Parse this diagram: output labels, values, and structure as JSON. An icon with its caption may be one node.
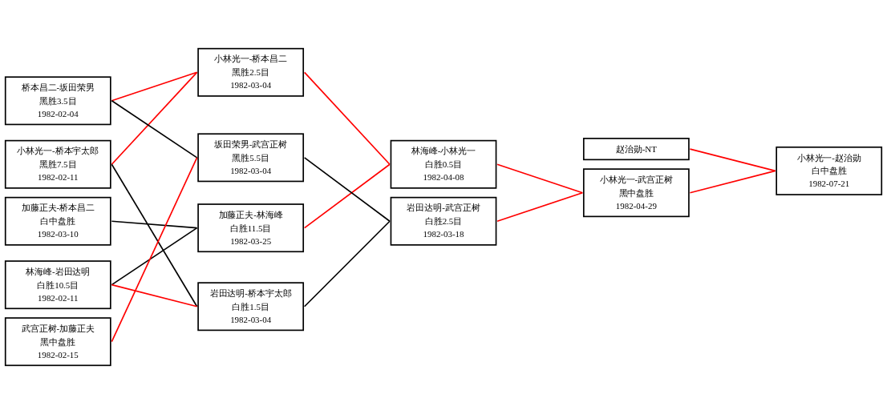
{
  "diagram": {
    "nodes": [
      {
        "text": [
          "小林光一-桥本宇太郎",
          "黑胜7.5目",
          "1982-02-11"
        ]
      },
      {
        "text": [
          "桥本昌二-坂田荣男",
          "黑胜3.5目",
          "1982-02-04"
        ]
      },
      {
        "text": [
          "林海峰-岩田达明",
          "白胜10.5目",
          "1982-02-11"
        ]
      },
      {
        "text": [
          "加藤正夫-桥本昌二",
          "白中盘胜",
          "1982-03-10"
        ]
      },
      {
        "text": [
          "武宫正树-加藤正夫",
          "黑中盘胜",
          "1982-02-15"
        ]
      },
      {
        "text": [
          "小林光一-桥本昌二",
          "黑胜2.5目",
          "1982-03-04"
        ]
      },
      {
        "text": [
          "加藤正夫-林海峰",
          "白胜11.5目",
          "1982-03-25"
        ]
      },
      {
        "text": [
          "坂田荣男-武宫正树",
          "黑胜5.5目",
          "1982-03-04"
        ]
      },
      {
        "text": [
          "岩田达明-桥本宇太郎",
          "白胜1.5目",
          "1982-03-04"
        ]
      },
      {
        "text": [
          "林海峰-小林光一",
          "白胜0.5目",
          "1982-04-08"
        ]
      },
      {
        "text": [
          "岩田达明-武宫正树",
          "白胜2.5目",
          "1982-03-18"
        ]
      },
      {
        "text": [
          "赵治勋-NT"
        ]
      },
      {
        "text": [
          "小林光一-武宫正树",
          "黑中盘胜",
          "1982-04-29"
        ]
      },
      {
        "text": [
          "小林光一-赵治勋",
          "白中盘胜",
          "1982-07-21"
        ]
      }
    ],
    "edges": [
      {
        "from": 0,
        "to": 5,
        "arrow": "none"
      },
      {
        "from": 0,
        "to": 8,
        "arrow": "none",
        "color": "#000000"
      },
      {
        "from": 1,
        "to": 5,
        "arrow": "none"
      },
      {
        "from": 1,
        "to": 7,
        "arrow": "none",
        "color": "#000000"
      },
      {
        "from": 2,
        "to": 6,
        "arrow": "none",
        "color": "#000000"
      },
      {
        "from": 2,
        "to": 8,
        "arrow": "none"
      },
      {
        "from": 3,
        "to": 6,
        "arrow": "none",
        "color": "#000000"
      },
      {
        "from": 4,
        "to": 7,
        "arrow": "none"
      },
      {
        "from": 5,
        "to": 9,
        "arrow": "none"
      },
      {
        "from": 6,
        "to": 9,
        "arrow": "none"
      },
      {
        "from": 7,
        "to": 10,
        "arrow": "none",
        "color": "#000000"
      },
      {
        "from": 8,
        "to": 10,
        "arrow": "none",
        "color": "#000000"
      },
      {
        "from": 9,
        "to": 12,
        "arrow": "none"
      },
      {
        "from": 10,
        "to": 12,
        "arrow": "none"
      },
      {
        "from": 11,
        "to": 13,
        "arrow": "none"
      },
      {
        "from": 12,
        "to": 13,
        "arrow": "none"
      }
    ]
  }
}
